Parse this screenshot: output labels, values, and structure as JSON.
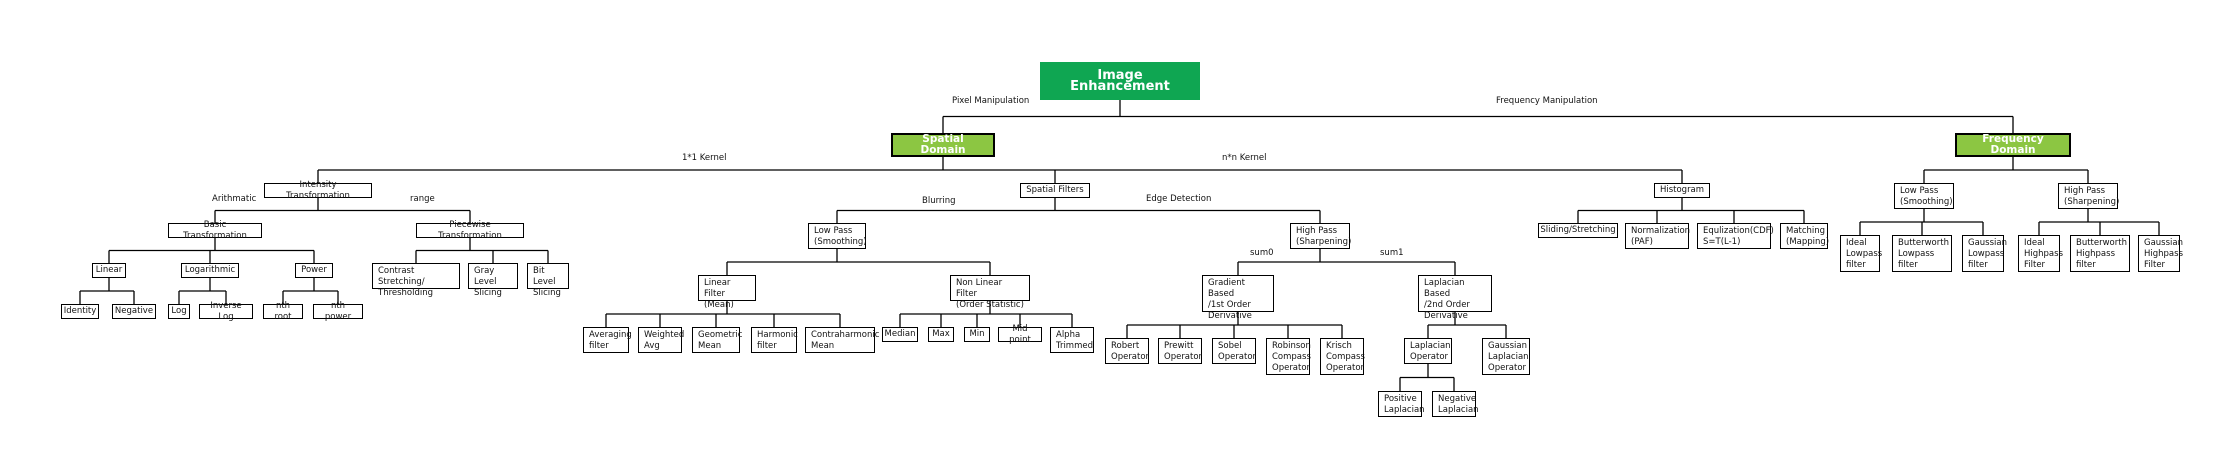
{
  "root": "Image Enhancement",
  "domains": {
    "spatial": "Spatial Domain",
    "frequency": "Frequency Domain"
  },
  "nodes": {
    "intensity": "Intensity Transformation",
    "spatial_filters": "Spatial Filters",
    "histogram": "Histogram",
    "basic": "Basic Transformation",
    "piecewise": "Piecewise Transformation",
    "linear": "Linear",
    "logarithmic": "Logarithmic",
    "power": "Power",
    "identity": "Identity",
    "negative": "Negative",
    "log": "Log",
    "inverse_log": "Inverse Log",
    "nth_root": "nth root",
    "nth_power": "nth power",
    "contrast": "Contrast Stretching/\nThresholding",
    "gray_level": "Gray Level\nSlicing",
    "bit_level": "Bit Level\nSlicing",
    "low_pass": "Low Pass\n(Smoothing)",
    "high_pass": "High Pass\n(Sharpening)",
    "linear_filter": "Linear Filter\n(Mean)",
    "nonlinear_filter": "Non Linear Filter\n(Order Statistic)",
    "averaging": "Averaging\nfilter",
    "weighted": "Weighted\nAvg",
    "geometric": "Geometric\nMean",
    "harmonic": "Harmonic\nfilter",
    "contraharmonic": "Contraharmonic\nMean",
    "median": "Median",
    "max": "Max",
    "min": "Min",
    "midpoint": "Mid point",
    "alpha": "Alpha\nTrimmed",
    "gradient": "Gradient Based\n/1st Order\nDerivative",
    "laplacian_based": "Laplacian Based\n/2nd Order\nDerivative",
    "robert": "Robert\nOperator",
    "prewitt": "Prewitt\nOperator",
    "sobel": "Sobel\nOperator",
    "robinson": "Robinson\nCompass\nOperator",
    "krisch": "Krisch\nCompass\nOperator",
    "laplacian_op": "Laplacian\nOperator",
    "gaussian_laplacian": "Gaussian\nLaplacian\nOperator",
    "positive_laplacian": "Positive\nLaplacian",
    "negative_laplacian": "Negative\nLaplacian",
    "sliding": "Sliding/Stretching",
    "normalization": "Normalization\n(PAF)",
    "equalization": "Equlization(CDF)\nS=T(L-1)",
    "matching": "Matching\n(Mapping)",
    "freq_low_pass": "Low Pass\n(Smoothing)",
    "freq_high_pass": "High Pass\n(Sharpening)",
    "ideal_low": "Ideal\nLowpass\nfilter",
    "butter_low": "Butterworth\nLowpass\nfilter",
    "gauss_low": "Gaussian\nLowpass\nfilter",
    "ideal_high": "Ideal\nHighpass\nFilter",
    "butter_high": "Butterworth\nHighpass\nfilter",
    "gauss_high": "Gaussian\nHighpass\nFilter"
  },
  "edge_labels": {
    "pixel_manipulation": "Pixel Manipulation",
    "frequency_manipulation": "Frequency Manipulation",
    "kernel_1x1": "1*1 Kernel",
    "kernel_nxn": "n*n Kernel",
    "arithmetic": "Arithmatic",
    "range": "range",
    "blurring": "Blurring",
    "edge_detection": "Edge Detection",
    "sum0": "sum0",
    "sum1": "sum1"
  },
  "colors": {
    "root": "#0fa652",
    "domain": "#8cc642",
    "line": "#000000"
  }
}
